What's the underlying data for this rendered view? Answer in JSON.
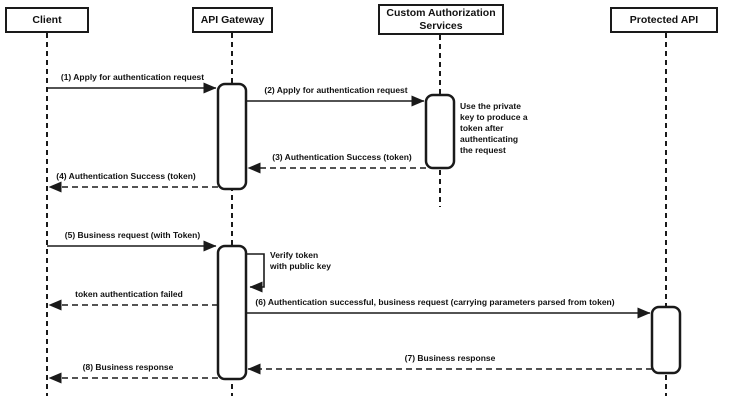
{
  "diagram": {
    "type": "sequence-diagram",
    "colors": {
      "stroke": "#1a1a1a",
      "fill": "#ffffff",
      "text": "#111111"
    },
    "participants": [
      {
        "label": "Client"
      },
      {
        "label": "API Gateway"
      },
      {
        "label": "Custom Authorization Services"
      },
      {
        "label": "Protected API"
      }
    ],
    "messages": [
      {
        "label": "(1) Apply for authentication request",
        "from": "Client",
        "to": "API Gateway",
        "style": "solid"
      },
      {
        "label": "(2) Apply for authentication request",
        "from": "API Gateway",
        "to": "Custom Authorization Services",
        "style": "solid"
      },
      {
        "label": "(3) Authentication Success (token)",
        "from": "Custom Authorization Services",
        "to": "API Gateway",
        "style": "dashed"
      },
      {
        "label": "(4) Authentication Success (token)",
        "from": "API Gateway",
        "to": "Client",
        "style": "dashed"
      },
      {
        "label": "(5) Business request (with Token)",
        "from": "Client",
        "to": "API Gateway",
        "style": "solid"
      },
      {
        "label": "Verify token with public key",
        "from": "API Gateway",
        "to": "API Gateway",
        "style": "self"
      },
      {
        "label": "token authentication failed",
        "from": "API Gateway",
        "to": "Client",
        "style": "dashed"
      },
      {
        "label": "(6) Authentication successful, business request (carrying parameters parsed from token)",
        "from": "API Gateway",
        "to": "Protected API",
        "style": "solid"
      },
      {
        "label": "(7) Business response",
        "from": "Protected API",
        "to": "API Gateway",
        "style": "dashed"
      },
      {
        "label": "(8) Business response",
        "from": "API Gateway",
        "to": "Client",
        "style": "dashed"
      }
    ],
    "notes": [
      {
        "label": "Use the private key to produce a token after authenticating the request",
        "attached_to": "Custom Authorization Services"
      }
    ]
  }
}
